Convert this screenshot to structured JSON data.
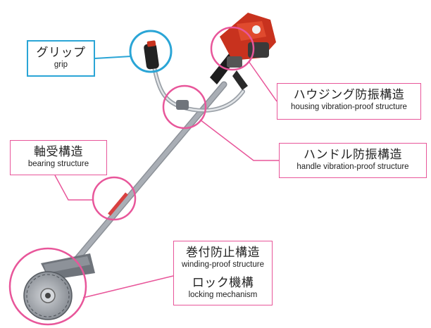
{
  "colors": {
    "accent_pink": "#e8569a",
    "accent_blue": "#2aa5d6",
    "engine_red": "#c8321e",
    "shaft_silver": "#b8bcc2"
  },
  "illustration": {
    "subject": "brush cutter"
  },
  "callouts": {
    "grip": {
      "jp": "グリップ",
      "en": "grip"
    },
    "housing": {
      "jp": "ハウジング防振構造",
      "en": "housing vibration-proof structure"
    },
    "handle": {
      "jp": "ハンドル防振構造",
      "en": "handle vibration-proof structure"
    },
    "bearing": {
      "jp": "軸受構造",
      "en": "bearing structure"
    },
    "winding": {
      "jp": "巻付防止構造",
      "en": "winding-proof structure"
    },
    "locking": {
      "jp": "ロック機構",
      "en": "locking mechanism"
    }
  }
}
